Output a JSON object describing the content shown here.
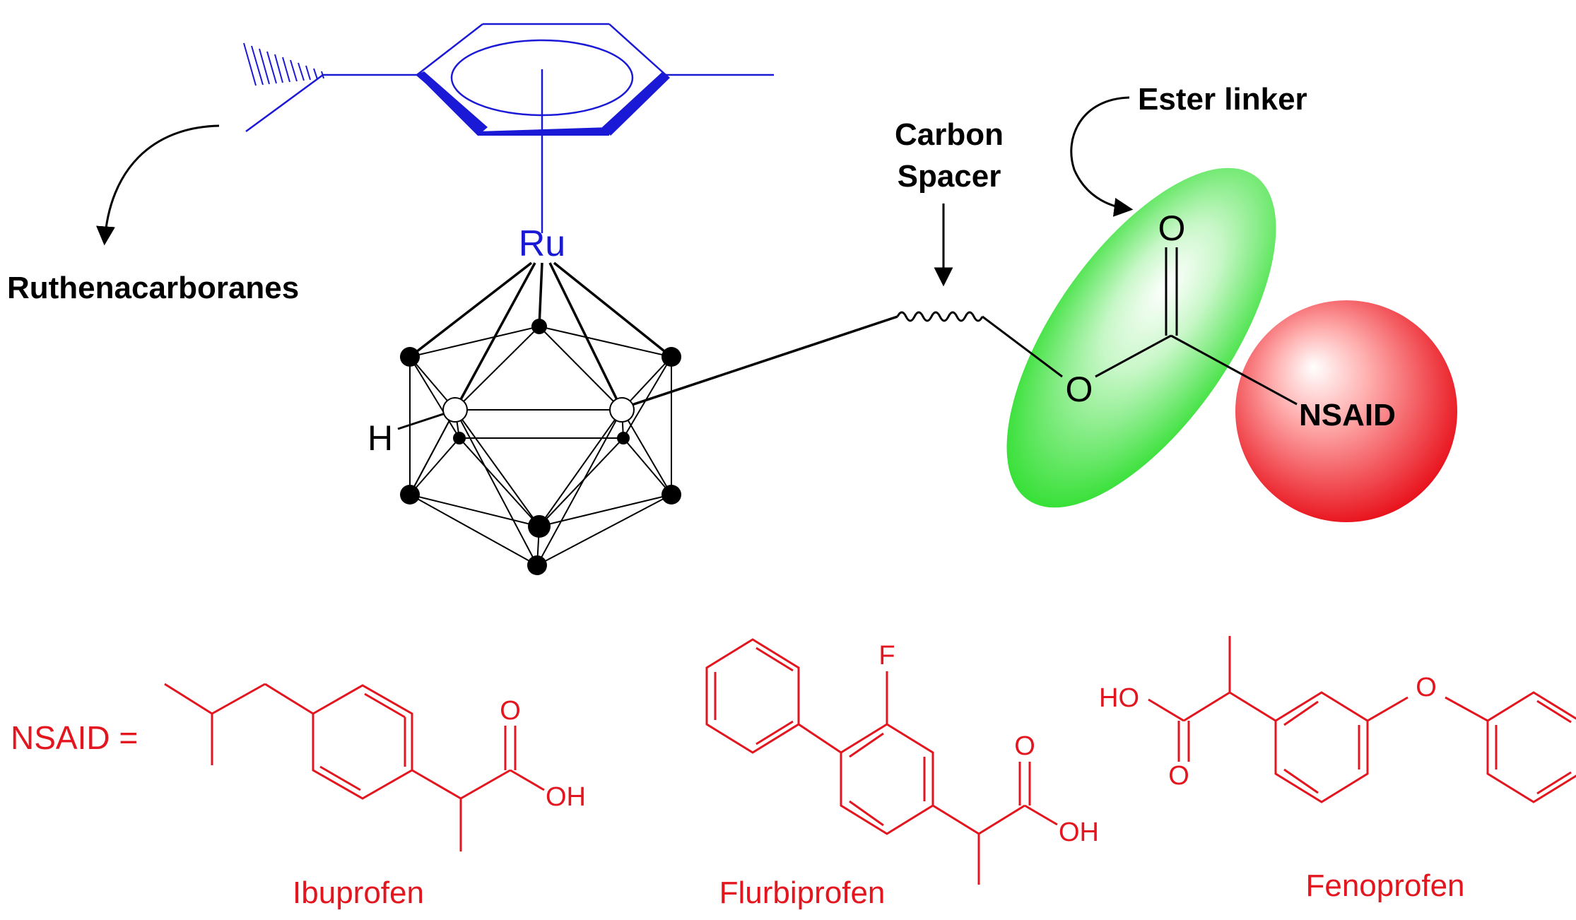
{
  "labels": {
    "ruthenium": "Ru",
    "hydrogen": "H",
    "ruthenacarboranes": "Ruthenacarboranes",
    "carbon_spacer_line1": "Carbon",
    "carbon_spacer_line2": "Spacer",
    "ester_linker": "Ester linker",
    "carbonyl_oxygen": "O",
    "ester_oxygen": "O",
    "nsaid_sphere": "NSAID",
    "nsaid_equals": "NSAID ="
  },
  "drugs": {
    "ibuprofen": {
      "name": "Ibuprofen",
      "o_label": "O",
      "oh_label": "OH"
    },
    "flurbiprofen": {
      "name": "Flurbiprofen",
      "f_label": "F",
      "o_label": "O",
      "oh_label": "OH"
    },
    "fenoprofen": {
      "name": "Fenoprofen",
      "ho_label": "HO",
      "o_label": "O",
      "ether_label": "O"
    }
  },
  "colors": {
    "arene": "#1a1ad6",
    "nsaid_red": "#e3151e",
    "linker_green": "#22dd22",
    "cluster_black": "#000000"
  }
}
